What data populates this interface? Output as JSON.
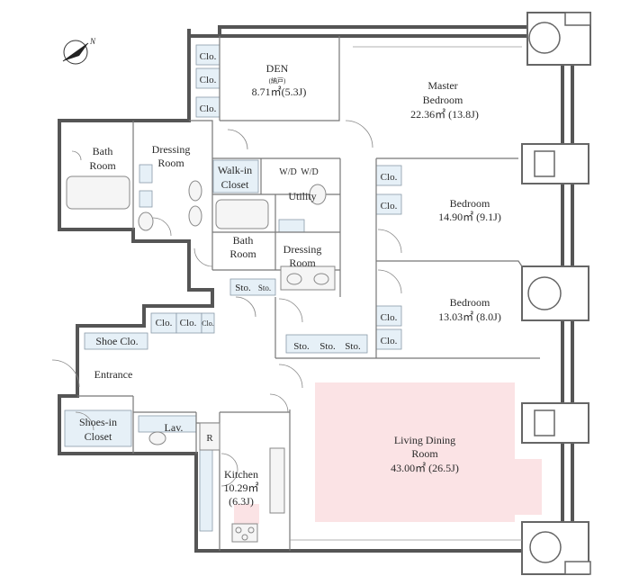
{
  "rooms": {
    "den_title": "DEN",
    "den_sub": "(納戸)",
    "den_area": "8.71㎡(5.3J)",
    "master_l1": "Master",
    "master_l2": "Bedroom",
    "master_area": "22.36㎡ (13.8J)",
    "bath1_l1": "Bath",
    "bath1_l2": "Room",
    "dressing1_l1": "Dressing",
    "dressing1_l2": "Room",
    "walkin_l1": "Walk-in",
    "walkin_l2": "Closet",
    "wd1": "W/D",
    "wd2": "W/D",
    "utility": "Utility",
    "bath2_l1": "Bath",
    "bath2_l2": "Room",
    "dressing2_l1": "Dressing",
    "dressing2_l2": "Room",
    "bed1_l1": "Bedroom",
    "bed1_area": "14.90㎡ (9.1J)",
    "bed2_l1": "Bedroom",
    "bed2_area": "13.03㎡ (8.0J)",
    "shoe_clo": "Shoe Clo.",
    "entrance": "Entrance",
    "shoesin_l1": "Shoes-in",
    "shoesin_l2": "Closet",
    "lav": "Lav.",
    "r": "R",
    "kitchen_l1": "Kitchen",
    "kitchen_l2": "10.29㎡",
    "kitchen_l3": "(6.3J)",
    "living_l1": "Living Dining",
    "living_l2": "Room",
    "living_area": "43.00㎡ (26.5J)"
  },
  "closets": {
    "clo": "Clo.",
    "sto": "Sto."
  },
  "compass": {
    "north": "N"
  },
  "colors": {
    "wall": "#555555",
    "closet": "#e6f0f7",
    "rug": "#fbe3e5"
  }
}
